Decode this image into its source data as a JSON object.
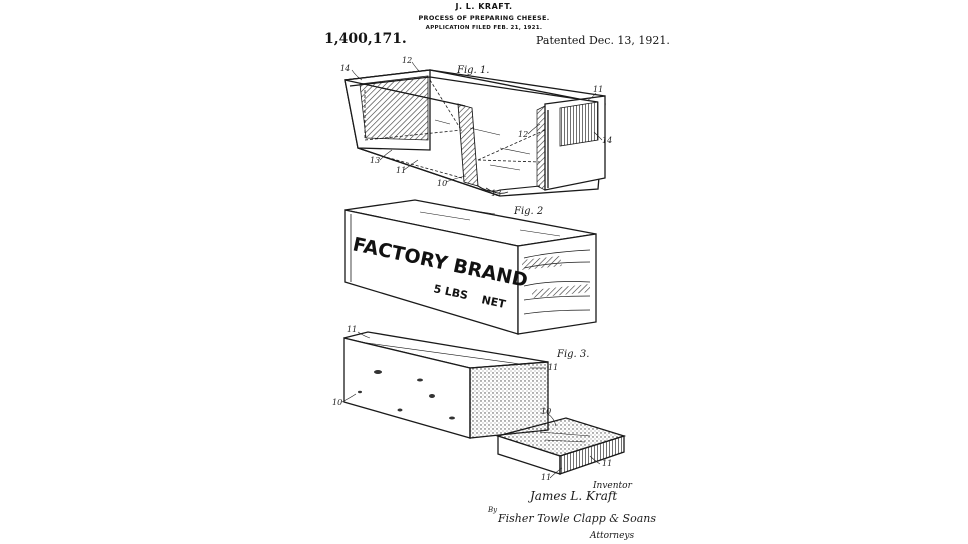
{
  "header": {
    "inventor_name": "J. L. KRAFT.",
    "title": "PROCESS OF PREPARING CHEESE.",
    "filed": "APPLICATION FILED FEB. 21, 1921.",
    "patent_number": "1,400,171.",
    "patent_date": "Patented Dec. 13, 1921."
  },
  "figures": {
    "fig1": {
      "label": "Fig. 1.",
      "refs": [
        "14",
        "12",
        "11",
        "12",
        "14",
        "13",
        "11",
        "10",
        "13"
      ]
    },
    "fig2": {
      "label": "Fig. 2",
      "brand_line1": "FACTORY BRAND",
      "weight": "5 LBS",
      "net": "NET"
    },
    "fig3": {
      "label": "Fig. 3.",
      "refs": [
        "11",
        "11",
        "10",
        "10",
        "11",
        "11"
      ]
    }
  },
  "signature": {
    "inventor_caption": "Inventor",
    "inventor_signature": "James L. Kraft",
    "by": "By",
    "attorneys_signature": "Fisher Towle Clapp & Soans",
    "attorneys_caption": "Attorneys"
  }
}
